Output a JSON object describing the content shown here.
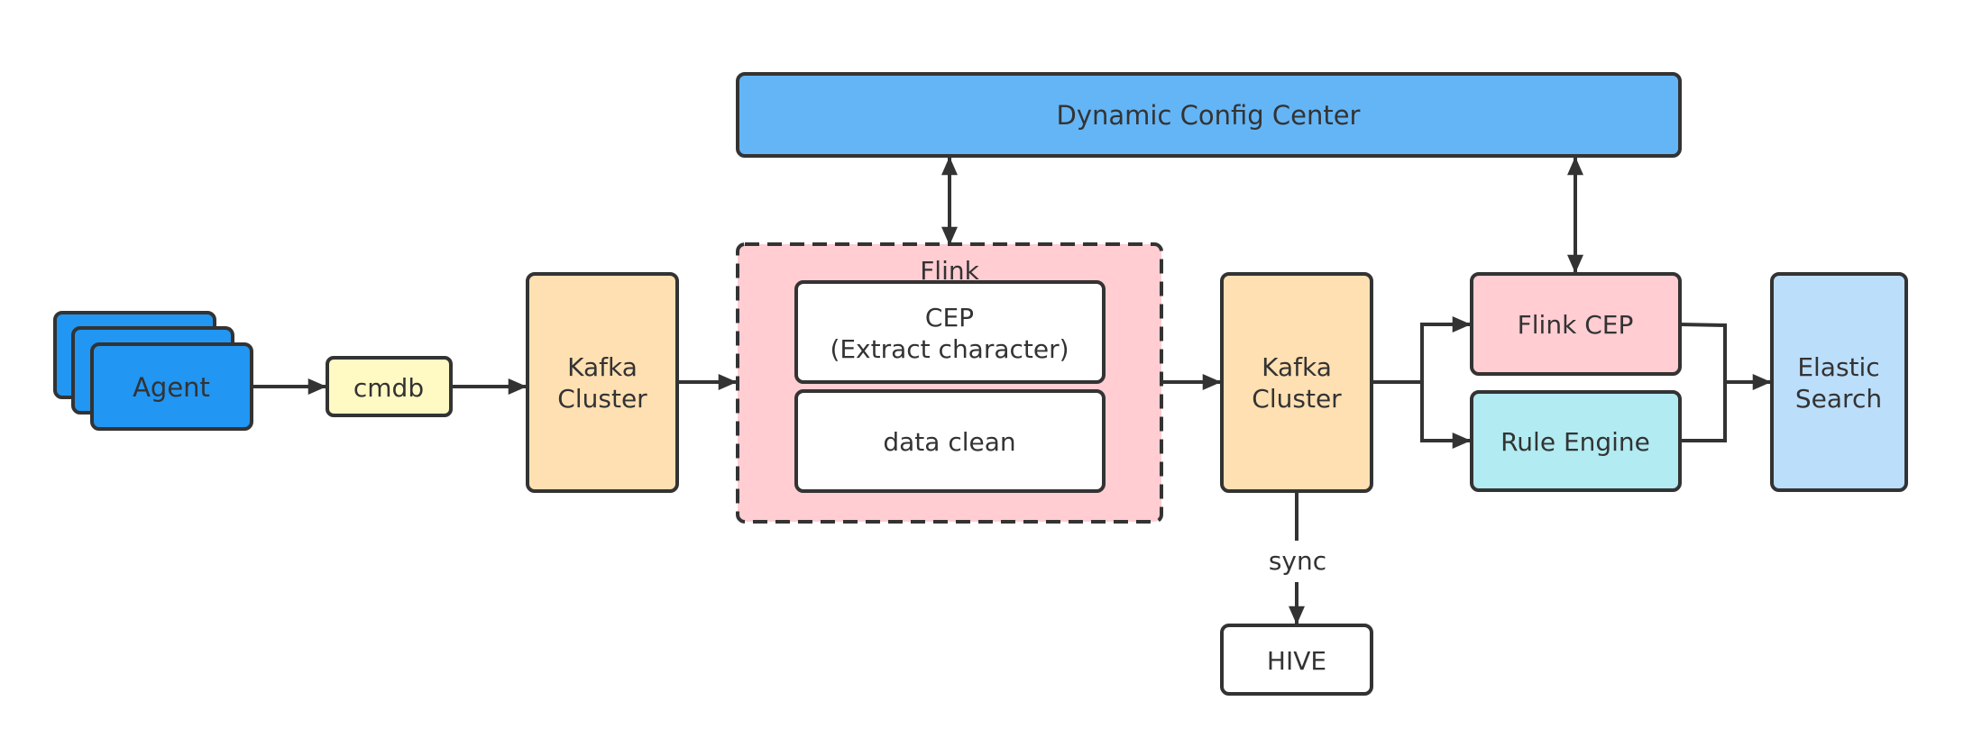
{
  "title": "",
  "nodes": {
    "agent": {
      "label": "Agent"
    },
    "cmdb": {
      "label": "cmdb"
    },
    "kafka1": {
      "line1": "Kafka",
      "line2": "Cluster"
    },
    "flink_group": {
      "label": "Flink"
    },
    "cep": {
      "line1": "CEP",
      "line2": "(Extract character)"
    },
    "data_clean": {
      "label": "data clean"
    },
    "config_center": {
      "label": "Dynamic Config Center"
    },
    "kafka2": {
      "line1": "Kafka",
      "line2": "Cluster"
    },
    "hive": {
      "label": "HIVE"
    },
    "flink_cep": {
      "label": "Flink CEP"
    },
    "rule_engine": {
      "label": "Rule Engine"
    },
    "elastic": {
      "line1": "Elastic",
      "line2": "Search"
    }
  },
  "edges": {
    "sync_label": "sync"
  },
  "colors": {
    "stroke": "#333333",
    "agent_fill": "#2196F3",
    "cmdb_fill": "#FFF9C4",
    "kafka_fill": "#FFE0B2",
    "flink_fill": "#FFCDD2",
    "config_fill": "#64B5F6",
    "flink_cep_fill": "#FFCDD2",
    "rule_engine_fill": "#B2EBF2",
    "elastic_fill": "#BBDEFB",
    "white": "#FFFFFF"
  }
}
